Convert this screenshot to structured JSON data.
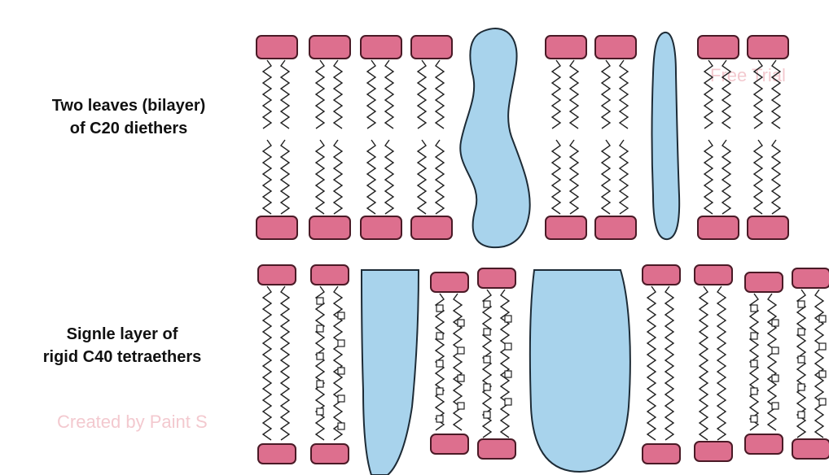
{
  "labels": {
    "top_line1": "Two leaves (bilayer)",
    "top_line2": "of C20 diethers",
    "bottom_line1": "Signle layer of",
    "bottom_line2": "rigid C40 tetraethers"
  },
  "watermarks": {
    "left": "Created by Paint S",
    "right": "Free Trial"
  },
  "colors": {
    "head_fill": "#dd6f8e",
    "head_stroke": "#4a1a26",
    "protein_fill": "#a8d3ec",
    "protein_stroke": "#1d2b36",
    "tail_stroke": "#222222"
  }
}
